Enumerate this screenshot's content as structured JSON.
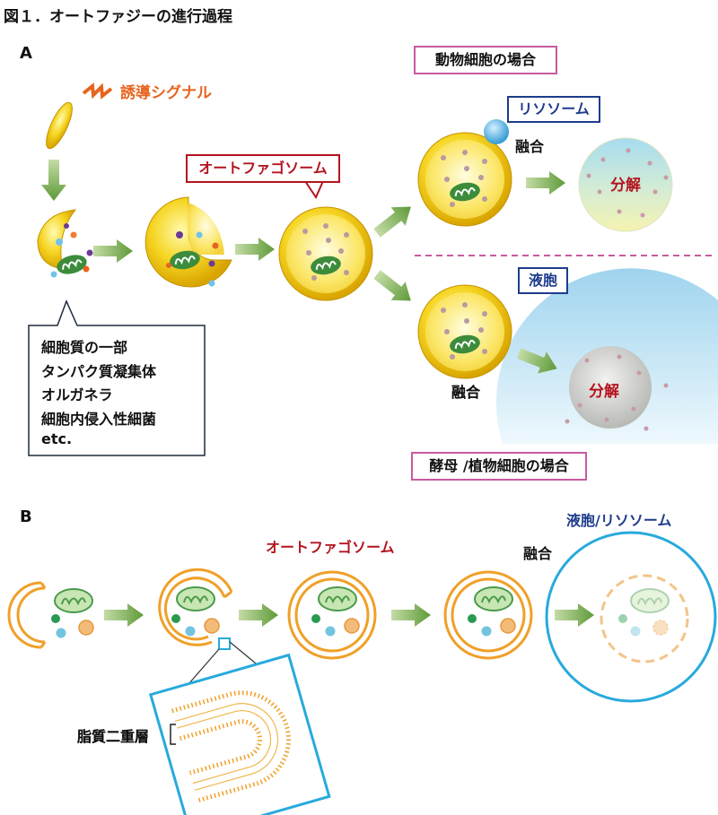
{
  "header": {
    "title": "図１．オートファジーの進行過程"
  },
  "panel_a": {
    "letter": "A",
    "signal_label": "誘導シグナル",
    "autophagosome_label": "オートファゴソーム",
    "animal_case_label": "動物細胞の場合",
    "lysosome_label": "リソソーム",
    "fusion_label_top": "融合",
    "degradation_top": "分解",
    "vacuole_label": "液胞",
    "fusion_label_bottom": "融合",
    "degradation_bottom": "分解",
    "yeast_plant_case_label": "酵母 /植物細胞の場合",
    "cargo_list": [
      "細胞質の一部",
      "タンパク質凝集体",
      "オルガネラ",
      "細胞内侵入性細菌",
      "etc."
    ]
  },
  "panel_b": {
    "letter": "B",
    "autophagosome_label": "オートファゴソーム",
    "fusion_label": "融合",
    "vacuole_lysosome_label": "液胞/リソソーム",
    "lipid_bilayer_label": "脂質二重層"
  },
  "colors": {
    "orange_text": "#e8641e",
    "red_text": "#b4141e",
    "navy_text": "#1e3c8c",
    "membrane_orange": "#f0a028",
    "vacuole_blue": "#28aadc",
    "arrow_green": "#6aa040",
    "mitochondria_green": "#3c8c3c"
  }
}
